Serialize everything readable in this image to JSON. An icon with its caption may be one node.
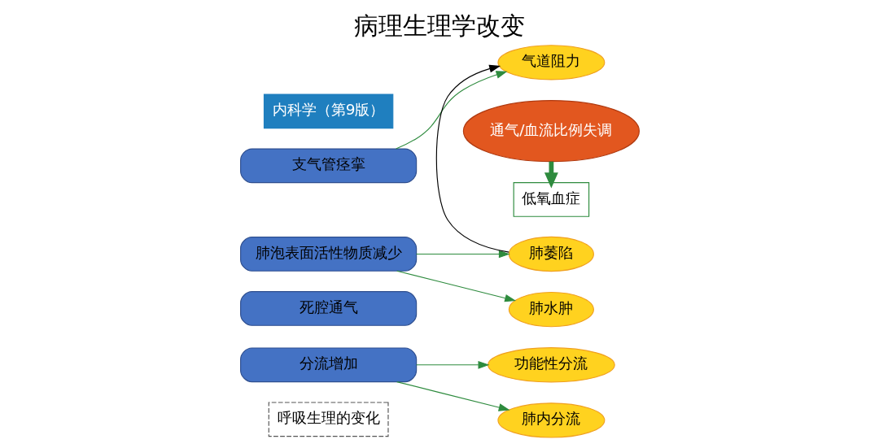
{
  "diagram": {
    "title": "病理生理学改变",
    "nodes": [
      {
        "text": [
          "支气管痉挛"
        ]
      },
      {
        "text": [
          "肺泡表面活性物质减少"
        ]
      },
      {
        "text": [
          "死腔通气"
        ]
      },
      {
        "text": [
          "分流增加"
        ]
      },
      {
        "text": [
          "气道阻力"
        ]
      },
      {
        "text": [
          "肺萎陷"
        ]
      },
      {
        "text": [
          "肺水肿"
        ]
      },
      {
        "text": [
          "功能性分流"
        ]
      },
      {
        "text": [
          "肺内分流"
        ]
      },
      {
        "text": [
          "通气/血流比例失调"
        ]
      },
      {
        "text": [
          "低氧血症"
        ]
      },
      {
        "text": [
          "呼吸生理的变化"
        ]
      }
    ],
    "edges": [
      {
        "from": 0,
        "to": 4,
        "arrow": "to"
      },
      {
        "from": 5,
        "to": 4,
        "arrow": "to",
        "color": "#000000"
      },
      {
        "from": 1,
        "to": 5,
        "arrow": "to"
      },
      {
        "from": 1,
        "to": 6,
        "arrow": "to"
      },
      {
        "from": 3,
        "to": 7,
        "arrow": "to"
      },
      {
        "from": 3,
        "to": 8,
        "arrow": "to"
      },
      {
        "from": 9,
        "to": 10,
        "arrow": "to",
        "style": "thick"
      }
    ],
    "labels": [
      "内科学（第9版）"
    ]
  }
}
